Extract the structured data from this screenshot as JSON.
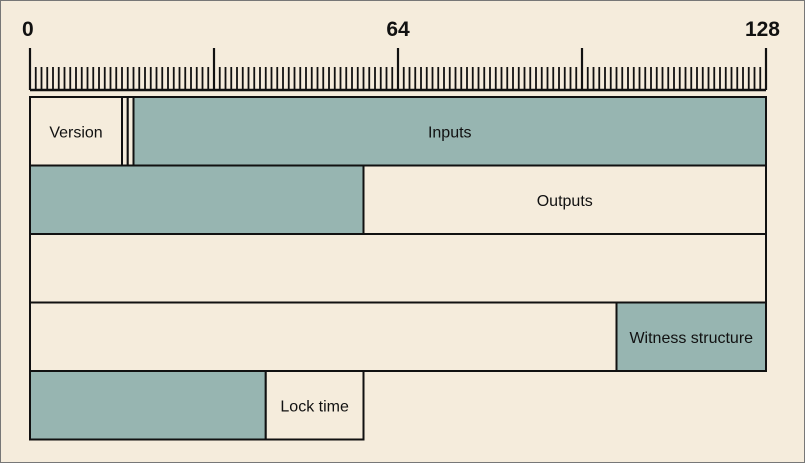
{
  "scale": {
    "labels": [
      "0",
      "64",
      "128"
    ],
    "label_values": [
      0,
      64,
      128
    ],
    "max_bits": 128,
    "minor_tick_step": 1,
    "major_tick_step": 32
  },
  "colors": {
    "background": "#f5ecdc",
    "field": "#f5ecdc",
    "teal": "#97b5b1",
    "stroke": "#111111"
  },
  "rows": [
    {
      "segments": [
        {
          "name": "version",
          "start": 0,
          "end": 16,
          "fill": "field",
          "label": "Version"
        },
        {
          "name": "marker",
          "start": 16,
          "end": 17,
          "fill": "field",
          "label": ""
        },
        {
          "name": "flag",
          "start": 17,
          "end": 18,
          "fill": "field",
          "label": ""
        },
        {
          "name": "inputs",
          "start": 18,
          "end": 128,
          "fill": "teal",
          "label": "Inputs"
        }
      ]
    },
    {
      "segments": [
        {
          "name": "inputs-cont",
          "start": 0,
          "end": 58,
          "fill": "teal",
          "label": ""
        },
        {
          "name": "outputs",
          "start": 58,
          "end": 128,
          "fill": "field",
          "label": "Outputs"
        }
      ]
    },
    {
      "segments": [
        {
          "name": "outputs-cont",
          "start": 0,
          "end": 128,
          "fill": "field",
          "label": ""
        }
      ]
    },
    {
      "segments": [
        {
          "name": "outputs-cont-2",
          "start": 0,
          "end": 102,
          "fill": "field",
          "label": ""
        },
        {
          "name": "witness-structure",
          "start": 102,
          "end": 128,
          "fill": "teal",
          "label": "Witness structure"
        }
      ]
    },
    {
      "segments": [
        {
          "name": "witness-cont",
          "start": 0,
          "end": 41,
          "fill": "teal",
          "label": ""
        },
        {
          "name": "lock-time",
          "start": 41,
          "end": 58,
          "fill": "field",
          "label": "Lock time"
        }
      ]
    }
  ]
}
